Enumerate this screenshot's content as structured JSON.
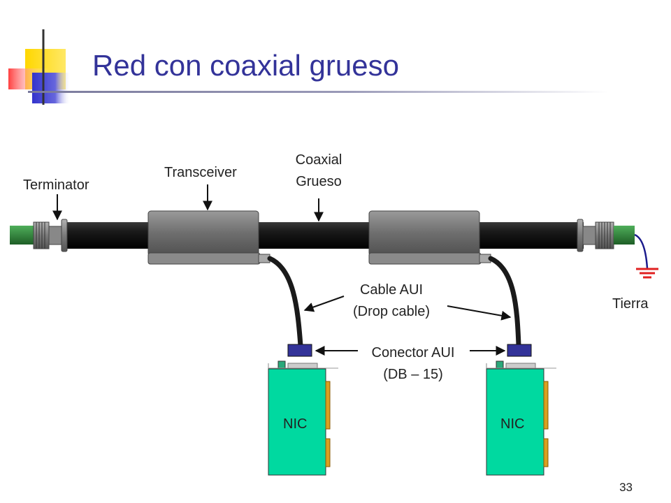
{
  "slide": {
    "title": "Red con coaxial grueso",
    "page_number": "33"
  },
  "labels": {
    "terminator": "Terminator",
    "transceiver": "Transceiver",
    "coaxial_line1": "Coaxial",
    "coaxial_line2": "Grueso",
    "cable_aui_line1": "Cable AUI",
    "cable_aui_line2": "(Drop cable)",
    "tierra": "Tierra",
    "conector_line1": "Conector AUI",
    "conector_line2": "(DB – 15)",
    "nic_left": "NIC",
    "nic_right": "NIC"
  },
  "colors": {
    "title": "#333399",
    "cable": "#1a1a1a",
    "connector_green": "#2f7d3a",
    "nic_board": "#00d9a0",
    "aui_connector": "#333399",
    "ground_wire": "#1a1a8c",
    "ground_symbol": "#e02020",
    "deco_yellow": "#ffd700",
    "deco_red": "#ff5050",
    "deco_blue": "#3333cc"
  }
}
